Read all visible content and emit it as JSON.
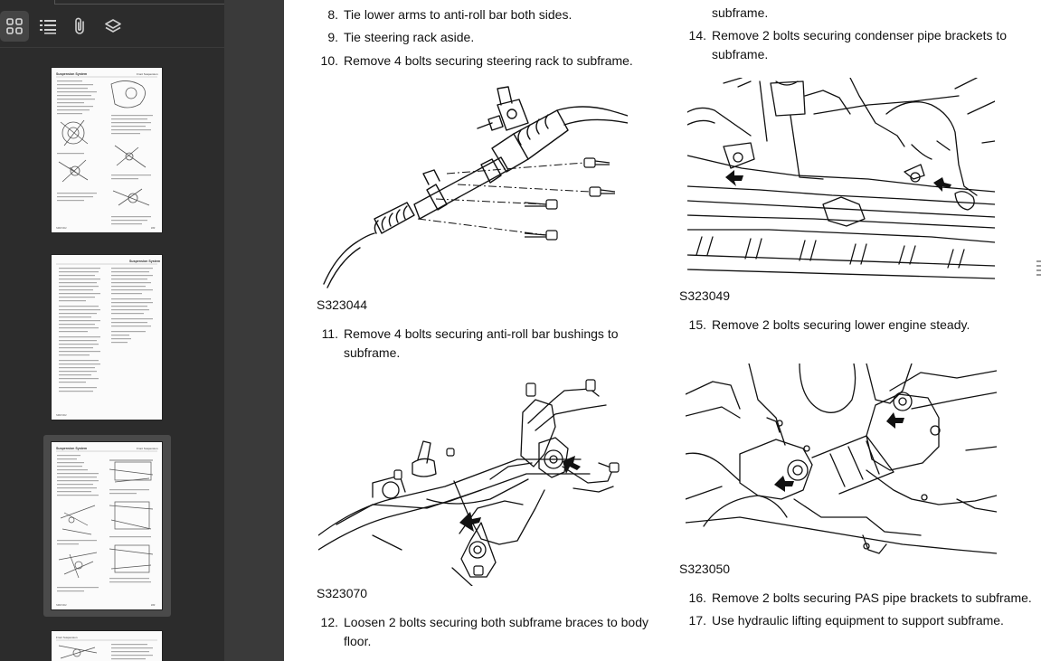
{
  "toolbar": {
    "buttons": [
      {
        "icon": "grid-icon",
        "active": true
      },
      {
        "icon": "list-icon",
        "active": false
      },
      {
        "icon": "paperclip-icon",
        "active": false
      },
      {
        "icon": "layers-icon",
        "active": false
      }
    ]
  },
  "thumbnails": {
    "pages": [
      {
        "header_left": "Suspension System",
        "header_right": "Front Suspension",
        "selected": false
      },
      {
        "header_left": "",
        "header_right": "Suspension System",
        "selected": false
      },
      {
        "header_left": "Suspension System",
        "header_right": "Front Suspension",
        "selected": true
      },
      {
        "header_left": "Front Suspension",
        "header_right": "",
        "selected": false
      }
    ]
  },
  "document": {
    "left_column": {
      "steps": [
        {
          "num": "8.",
          "lines": [
            "Tie lower arms to anti-roll bar both sides."
          ]
        },
        {
          "num": "9.",
          "lines": [
            "Tie steering rack aside."
          ]
        },
        {
          "num": "10.",
          "lines": [
            "Remove 4 bolts securing steering rack to subframe."
          ]
        },
        {
          "num": "11.",
          "lines": [
            "Remove 4 bolts securing anti-roll bar bushings to",
            "subframe."
          ]
        },
        {
          "num": "12.",
          "lines": [
            "Loosen 2 bolts securing both subframe braces to body",
            "floor."
          ]
        }
      ],
      "figures": [
        {
          "caption": "S323044"
        },
        {
          "caption": "S323070"
        }
      ]
    },
    "right_column": {
      "continued_text": "subframe.",
      "steps": [
        {
          "num": "14.",
          "lines": [
            "Remove 2 bolts securing condenser pipe brackets to",
            "subframe."
          ]
        },
        {
          "num": "15.",
          "lines": [
            "Remove 2 bolts securing lower engine steady."
          ]
        },
        {
          "num": "16.",
          "lines": [
            "Remove 2 bolts securing PAS pipe brackets to subframe."
          ]
        },
        {
          "num": "17.",
          "lines": [
            "Use hydraulic lifting equipment to support subframe."
          ]
        }
      ],
      "figures": [
        {
          "caption": "S323049"
        },
        {
          "caption": "S323050"
        }
      ]
    }
  },
  "colors": {
    "sidebar_bg": "#2c2c2c",
    "active_button_bg": "#454545",
    "selected_thumb_frame": "#4a4a4a",
    "page_bg": "#ffffff",
    "text": "#111111"
  }
}
